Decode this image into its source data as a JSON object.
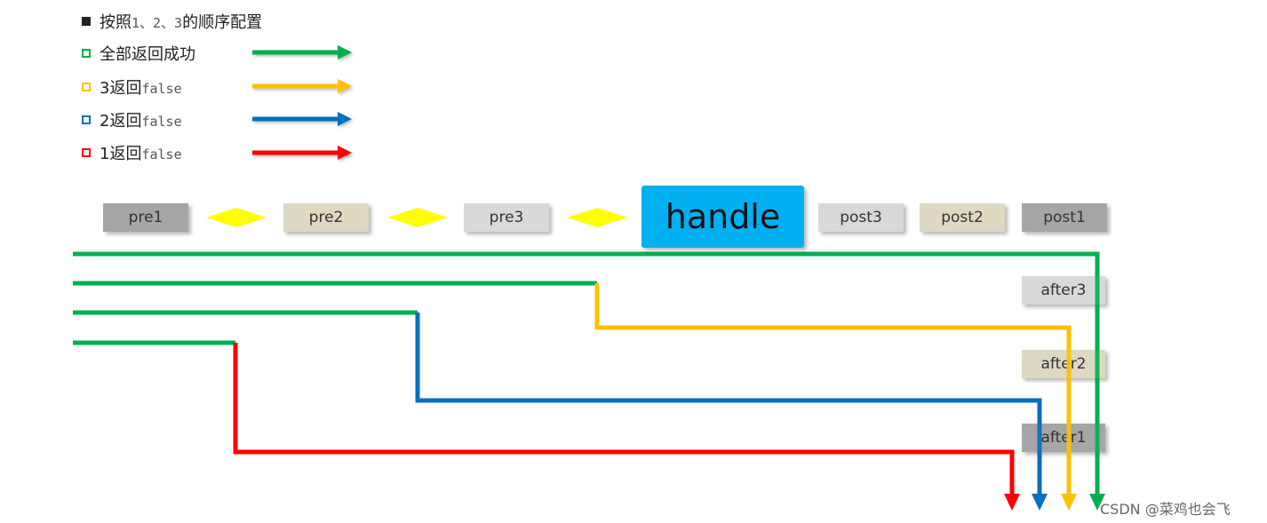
{
  "legend": [
    {
      "prefix": "按照",
      "mono": "1、2、3",
      "suffix": "的顺序配置",
      "marker": "filled",
      "color": "#222222"
    },
    {
      "prefix": "全部返回成功",
      "mono": "",
      "suffix": "",
      "marker": "outline",
      "color": "#00b050"
    },
    {
      "prefix": "3返回",
      "mono": "false",
      "suffix": "",
      "marker": "outline",
      "color": "#ffc000"
    },
    {
      "prefix": "2返回",
      "mono": "false",
      "suffix": "",
      "marker": "outline",
      "color": "#0070c0"
    },
    {
      "prefix": "1返回",
      "mono": "false",
      "suffix": "",
      "marker": "outline",
      "color": "#ff0000"
    }
  ],
  "pipeline": {
    "pre": [
      "pre1",
      "pre2",
      "pre3"
    ],
    "handle": "handle",
    "post": [
      "post3",
      "post2",
      "post1"
    ],
    "after": [
      "after3",
      "after2",
      "after1"
    ]
  },
  "colors": {
    "green": "#00b050",
    "yellow": "#ffc000",
    "blue": "#0070c0",
    "red": "#ff0000",
    "handle_bg": "#00b0f0",
    "diamond": "#ffff00"
  },
  "watermark": "CSDN @菜鸡也会飞"
}
